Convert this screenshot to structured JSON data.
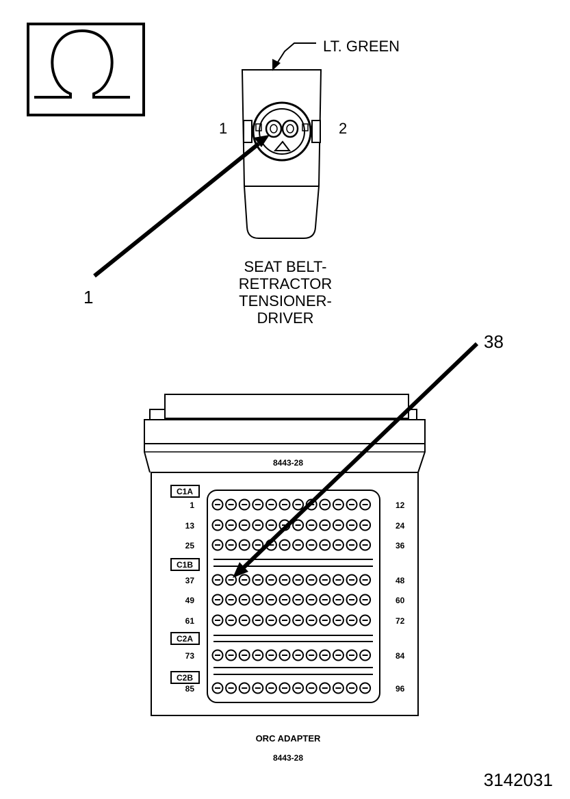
{
  "ohm_symbol": "Ω",
  "connector": {
    "color_label": "LT. GREEN",
    "pin_left": "1",
    "pin_right": "2",
    "name_lines": [
      "SEAT BELT-",
      "RETRACTOR",
      "TENSIONER-",
      "DRIVER"
    ]
  },
  "callouts": {
    "pin_callout": "1",
    "adapter_callout": "38"
  },
  "adapter": {
    "model": "8443-28",
    "sections": [
      {
        "tag": "C1A",
        "rows": [
          {
            "left": "1",
            "right": "12"
          },
          {
            "left": "13",
            "right": "24"
          },
          {
            "left": "25",
            "right": "36"
          }
        ]
      },
      {
        "tag": "C1B",
        "rows": [
          {
            "left": "37",
            "right": "48"
          },
          {
            "left": "49",
            "right": "60"
          },
          {
            "left": "61",
            "right": "72"
          }
        ]
      },
      {
        "tag": "C2A",
        "rows": [
          {
            "left": "73",
            "right": "84"
          }
        ]
      },
      {
        "tag": "C2B",
        "rows": [
          {
            "left": "85",
            "right": "96"
          }
        ]
      }
    ],
    "caption_name": "ORC ADAPTER",
    "caption_model": "8443-28"
  },
  "figure_number": "3142031"
}
